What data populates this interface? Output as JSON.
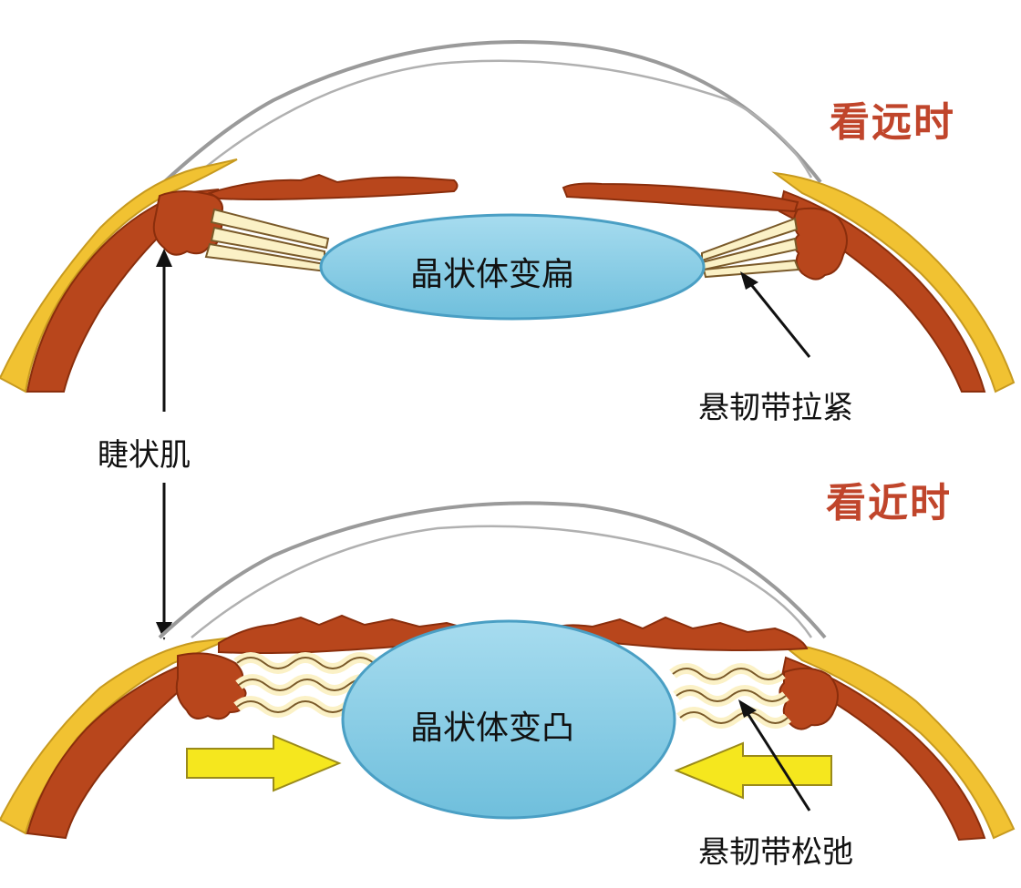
{
  "labels": {
    "far_title": "看远时",
    "near_title": "看近时",
    "lens_flat": "晶状体变扁",
    "lens_convex": "晶状体变凸",
    "ligament_tight": "悬韧带拉紧",
    "ligament_relaxed": "悬韧带松弛",
    "ciliary_muscle": "睫状肌"
  },
  "colors": {
    "title_red": "#c0452b",
    "sclera_yellow": "#f1c232",
    "tissue_brown": "#b8461c",
    "tissue_dark": "#8a2e0c",
    "lens_blue": "#86cde4",
    "lens_border": "#4a9fc4",
    "ligament_cream": "#fbf1c6",
    "arrow_yellow": "#f5e71e"
  },
  "icons": {
    "push_arrows": "block-arrow"
  }
}
